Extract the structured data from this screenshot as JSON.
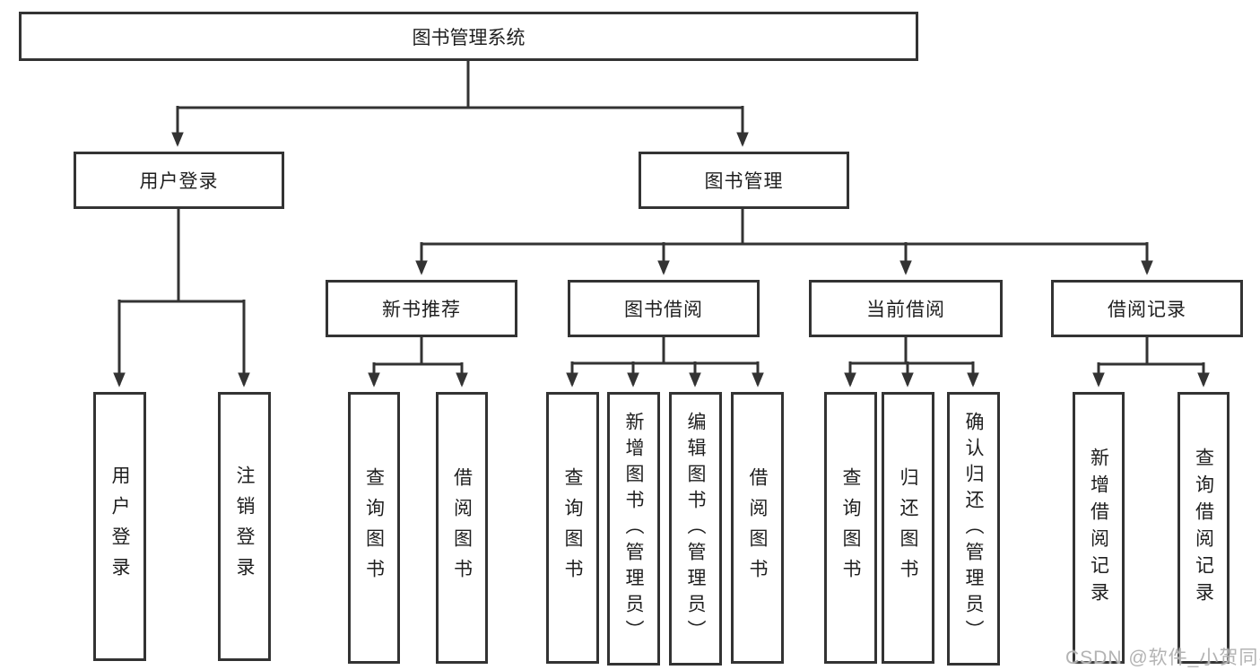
{
  "diagram": {
    "root": {
      "label": "图书管理系统"
    },
    "level2": {
      "user_login": {
        "label": "用户登录"
      },
      "book_management": {
        "label": "图书管理"
      }
    },
    "level3": {
      "new_books": {
        "label": "新书推荐"
      },
      "book_borrow": {
        "label": "图书借阅"
      },
      "current_borrow": {
        "label": "当前借阅"
      },
      "borrow_records": {
        "label": "借阅记录"
      }
    },
    "leaves": {
      "user_login": [
        "用户登录",
        "注销登录"
      ],
      "new_books": [
        "查询图书",
        "借阅图书"
      ],
      "book_borrow": [
        "查询图书",
        "新增图书（管理员）",
        "编辑图书（管理员）",
        "借阅图书"
      ],
      "current_borrow": [
        "查询图书",
        "归还图书",
        "确认归还（管理员）"
      ],
      "borrow_records": [
        "新增借阅记录",
        "查询借阅记录"
      ]
    }
  },
  "watermark": "CSDN @软件_小贺同学",
  "colors": {
    "line": "#333333",
    "box_border": "#333333",
    "text": "#1f1f1f",
    "watermark": "#b3b3b3",
    "background": "#ffffff"
  }
}
